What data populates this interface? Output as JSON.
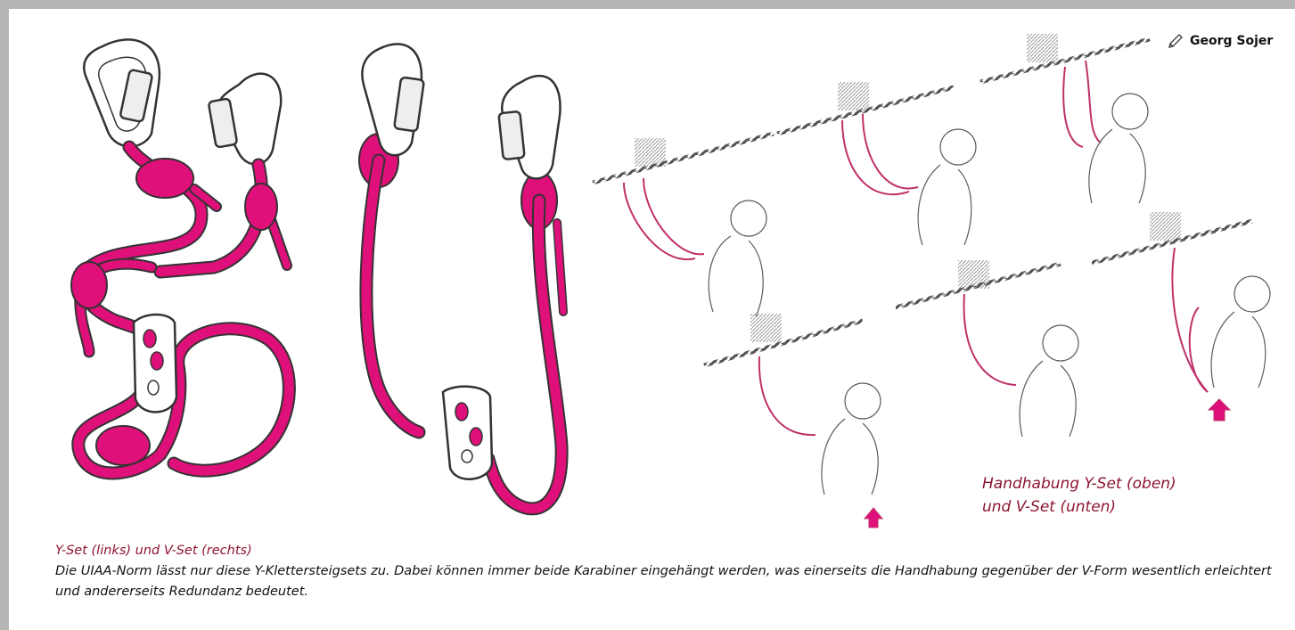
{
  "credit": {
    "author": "Georg Sojer",
    "icon": "pencil-icon"
  },
  "captions": {
    "handling_line1": "Handhabung Y-Set (oben)",
    "handling_line2": "und V-Set (unten)",
    "title": "Y-Set (links) und V-Set (rechts)",
    "body": "Die UIAA-Norm lässt nur diese Y-Klettersteigsets zu. Dabei können immer beide Karabiner eingehängt werden, was einerseits die Handhabung gegenüber der V-Form wesentlich erleichtert und andererseits Redundanz bedeutet."
  },
  "colors": {
    "rope": "#e0107a",
    "caption_accent": "#8e1530",
    "frame": "#b5b5b5"
  }
}
